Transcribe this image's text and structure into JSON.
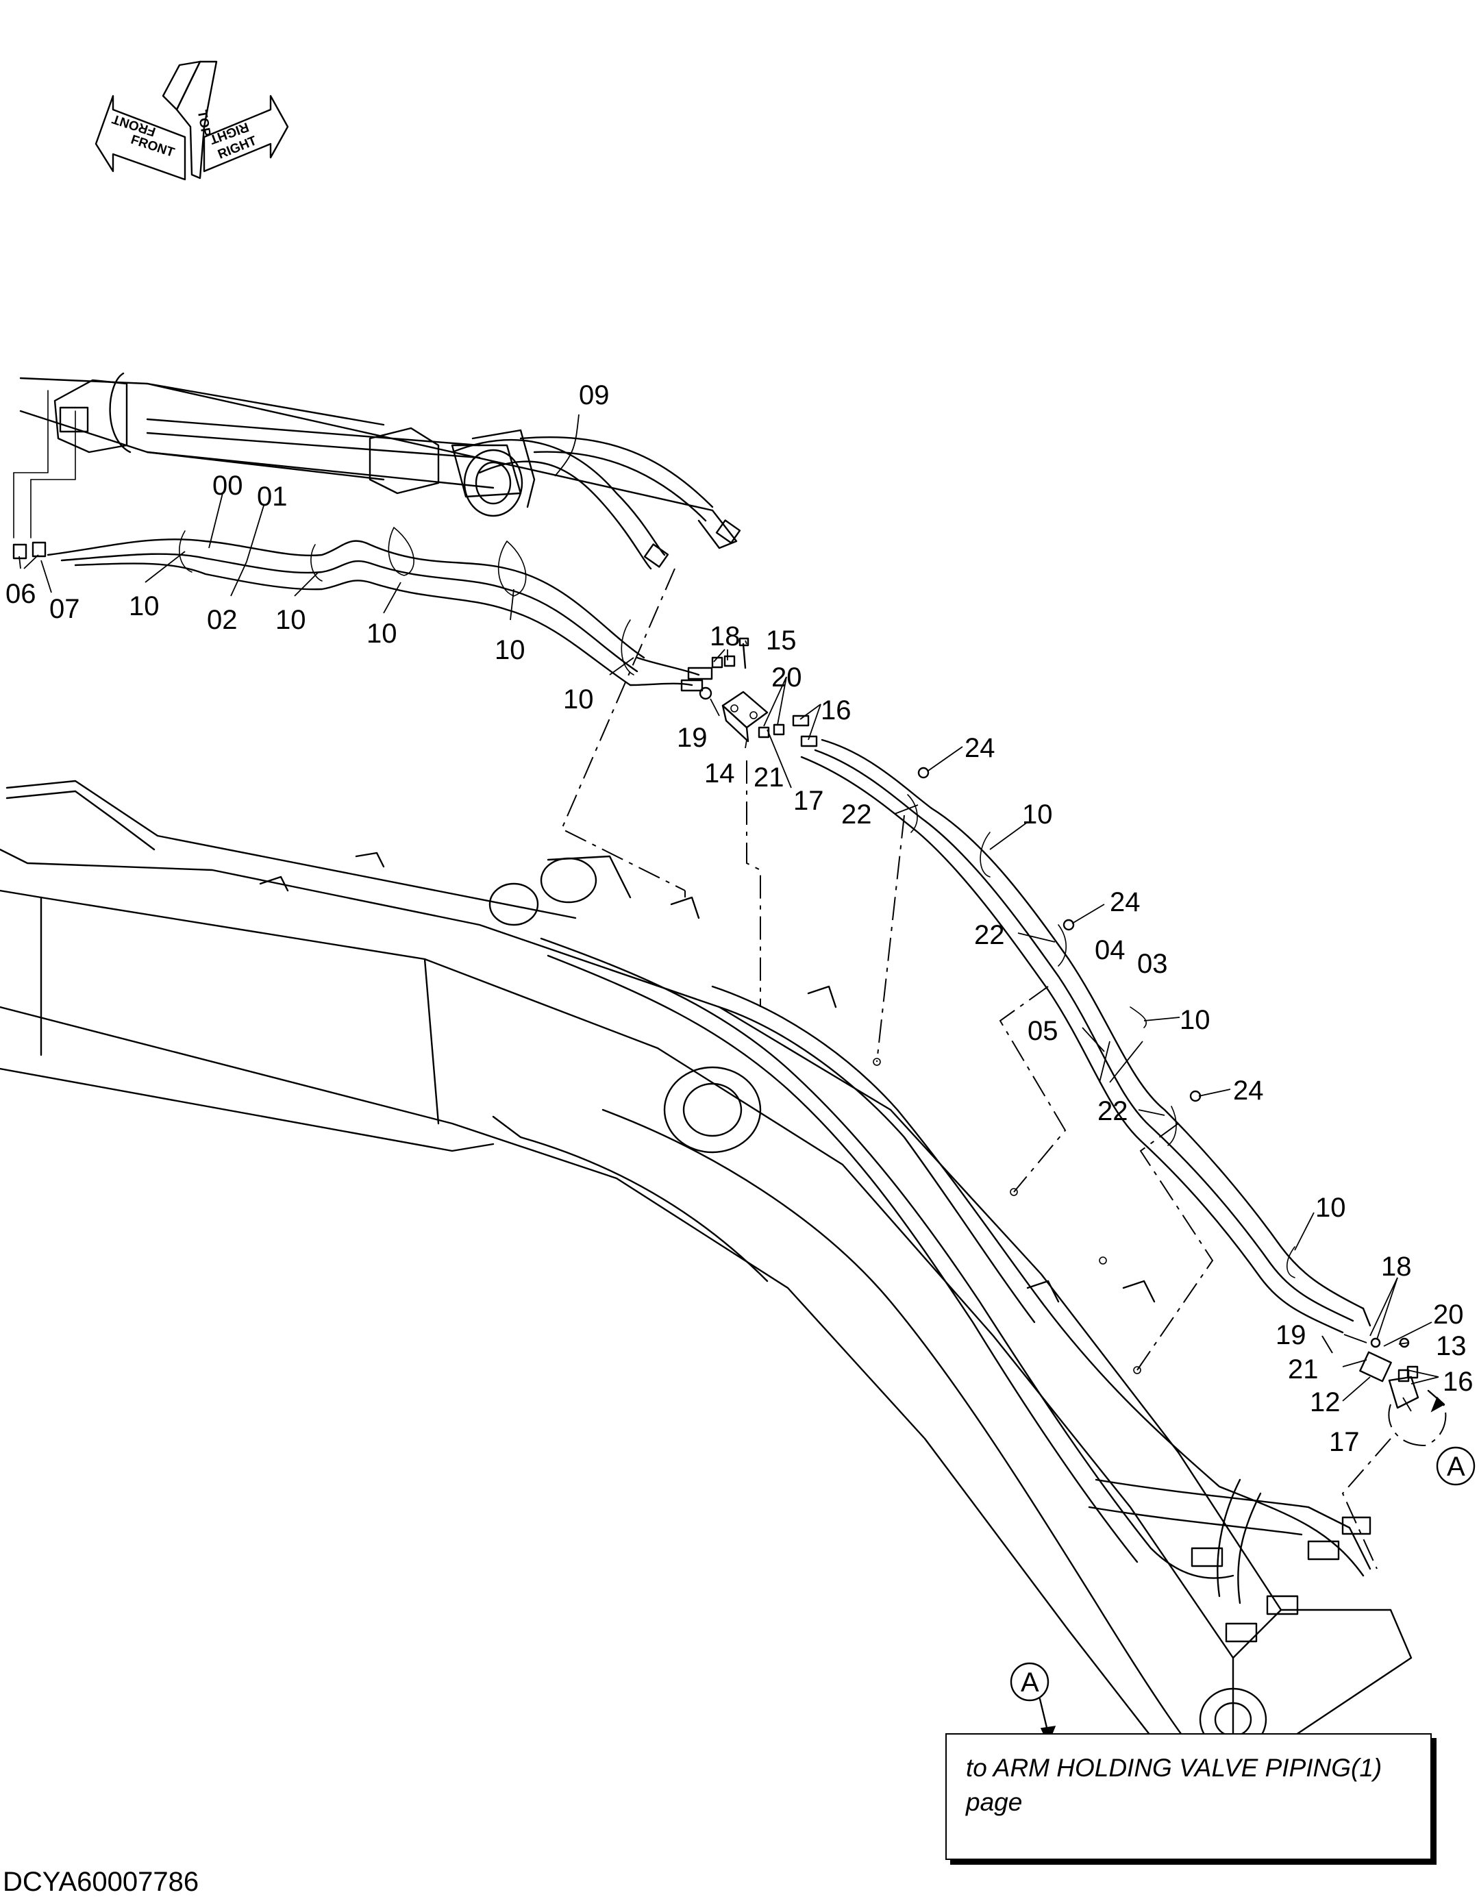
{
  "orientation": {
    "front": "FRONT",
    "top": "TOP",
    "right": "RIGHT"
  },
  "callouts": {
    "c00": "00",
    "c01": "01",
    "c02": "02",
    "c03": "03",
    "c04": "04",
    "c05": "05",
    "c06": "06",
    "c07": "07",
    "c09": "09",
    "c10a": "10",
    "c10b": "10",
    "c10c": "10",
    "c10d": "10",
    "c10e": "10",
    "c10f": "10",
    "c10g": "10",
    "c10h": "10",
    "c12": "12",
    "c13": "13",
    "c14": "14",
    "c15": "15",
    "c16a": "16",
    "c16b": "16",
    "c17a": "17",
    "c17b": "17",
    "c18a": "18",
    "c18b": "18",
    "c19a": "19",
    "c19b": "19",
    "c20a": "20",
    "c20b": "20",
    "c21a": "21",
    "c21b": "21",
    "c22a": "22",
    "c22b": "22",
    "c22c": "22",
    "c24a": "24",
    "c24b": "24",
    "c24c": "24"
  },
  "detail_ref": {
    "label_a": "A",
    "label_b": "A"
  },
  "note": {
    "line1": "to ARM HOLDING VALVE PIPING(1)",
    "line2": "page"
  },
  "drawing_code": "DCYA60007786"
}
